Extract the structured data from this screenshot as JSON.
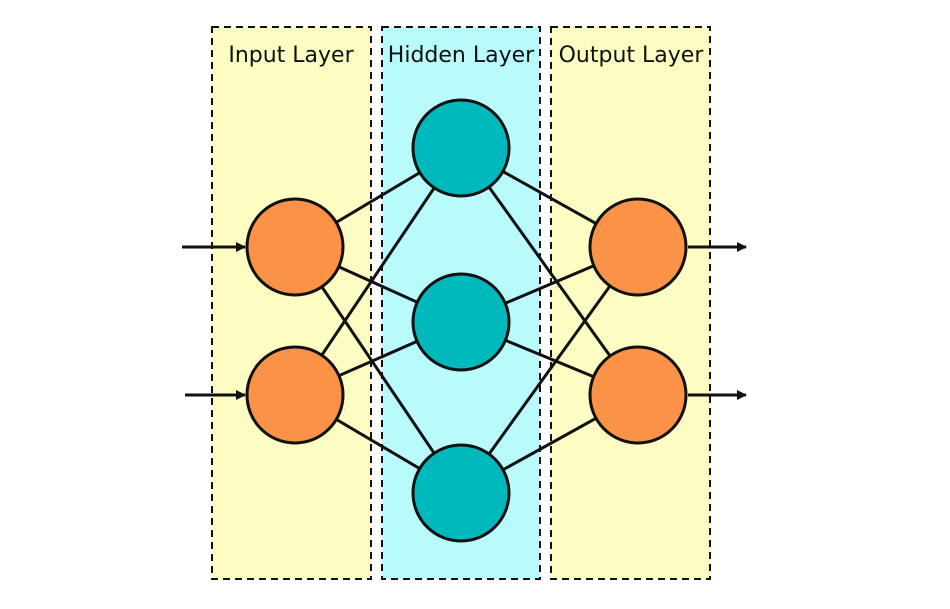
{
  "diagram": {
    "layers": [
      {
        "id": "input",
        "label": "Input Layer",
        "fill": "#fdfdc3",
        "node_count": 2
      },
      {
        "id": "hidden",
        "label": "Hidden Layer",
        "fill": "#b9fafb",
        "node_count": 3
      },
      {
        "id": "output",
        "label": "Output Layer",
        "fill": "#fdfdc3",
        "node_count": 2
      }
    ],
    "colors": {
      "input_node": "#fa9247",
      "hidden_node": "#00b9bc",
      "output_node": "#fa9247",
      "stroke": "#111111"
    },
    "connections": "fully-connected",
    "input_arrows": 2,
    "output_arrows": 2
  }
}
